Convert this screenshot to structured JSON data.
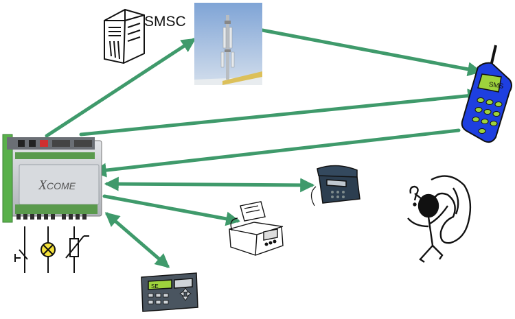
{
  "labels": {
    "smsc": "SMSC",
    "device_brand": "COME",
    "device_brand_prefix": "X",
    "phone_screen": "SMS",
    "panel_display": "SE",
    "caller_symbol": "?"
  },
  "colors": {
    "arrow": "#3f9a6b",
    "device_body": "#c9ccd0",
    "device_rail": "#59b04b",
    "mobile_body": "#1e3fe0",
    "mobile_screen": "#9ed23c",
    "sky_top": "#7fa4d6",
    "sky_bottom": "#c9d8ea"
  },
  "icons": [
    "server-icon",
    "antenna-tower-icon",
    "mobile-phone-icon",
    "controller-device-icon",
    "desk-phone-icon",
    "fax-machine-icon",
    "control-panel-icon",
    "confused-caller-icon",
    "switch-symbol-icon",
    "lamp-symbol-icon",
    "resistor-symbol-icon"
  ]
}
